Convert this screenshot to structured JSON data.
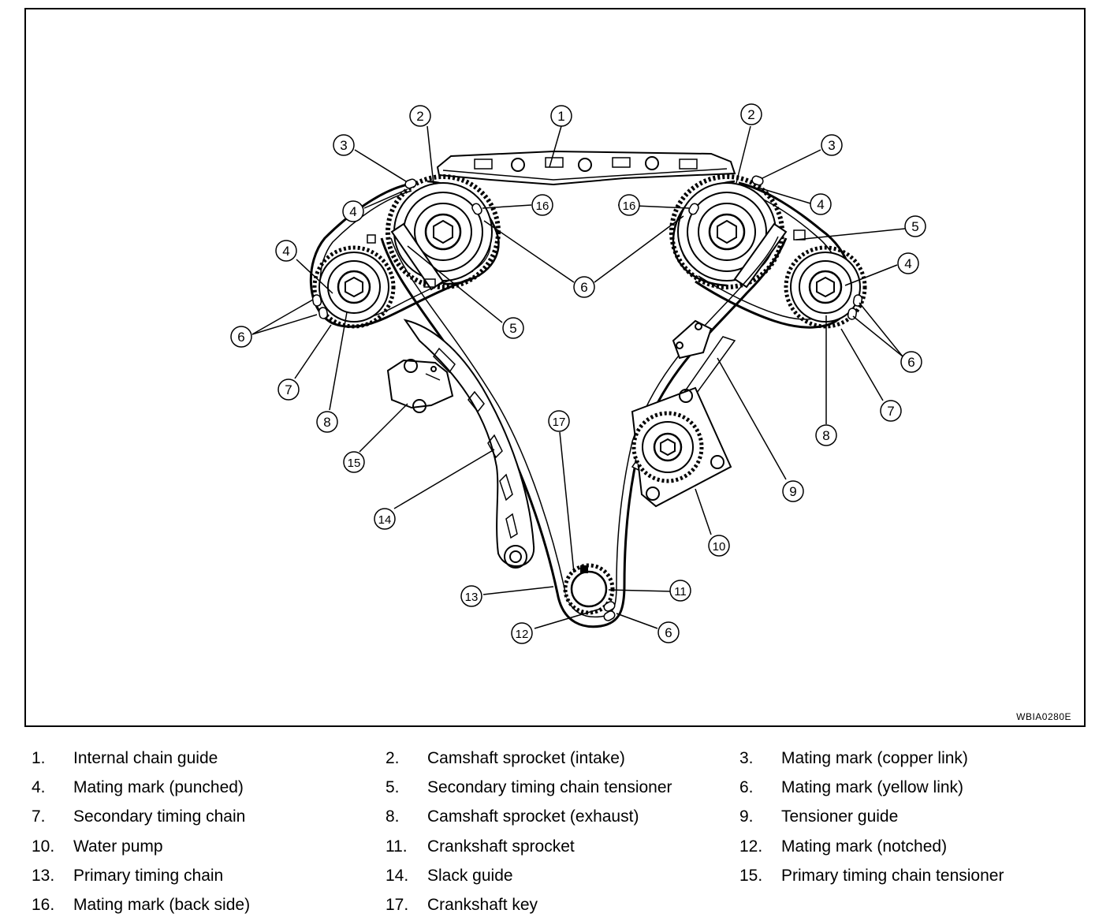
{
  "figure": {
    "code": "WBIA0280E",
    "callouts": [
      "1",
      "2",
      "2",
      "3",
      "3",
      "4",
      "4",
      "4",
      "4",
      "5",
      "5",
      "6",
      "6",
      "6",
      "6",
      "7",
      "7",
      "8",
      "8",
      "9",
      "10",
      "11",
      "12",
      "13",
      "14",
      "15",
      "16",
      "16",
      "17"
    ]
  },
  "legend": {
    "items": [
      {
        "num": "1.",
        "text": "Internal chain guide"
      },
      {
        "num": "2.",
        "text": "Camshaft sprocket (intake)"
      },
      {
        "num": "3.",
        "text": "Mating mark (copper link)"
      },
      {
        "num": "4.",
        "text": "Mating mark (punched)"
      },
      {
        "num": "5.",
        "text": "Secondary timing chain tensioner"
      },
      {
        "num": "6.",
        "text": "Mating mark (yellow link)"
      },
      {
        "num": "7.",
        "text": "Secondary timing chain"
      },
      {
        "num": "8.",
        "text": "Camshaft sprocket (exhaust)"
      },
      {
        "num": "9.",
        "text": "Tensioner guide"
      },
      {
        "num": "10.",
        "text": "Water pump"
      },
      {
        "num": "11.",
        "text": "Crankshaft sprocket"
      },
      {
        "num": "12.",
        "text": "Mating mark (notched)"
      },
      {
        "num": "13.",
        "text": "Primary timing chain"
      },
      {
        "num": "14.",
        "text": "Slack guide"
      },
      {
        "num": "15.",
        "text": "Primary timing chain tensioner"
      },
      {
        "num": "16.",
        "text": "Mating mark (back side)"
      },
      {
        "num": "17.",
        "text": "Crankshaft key"
      }
    ]
  }
}
